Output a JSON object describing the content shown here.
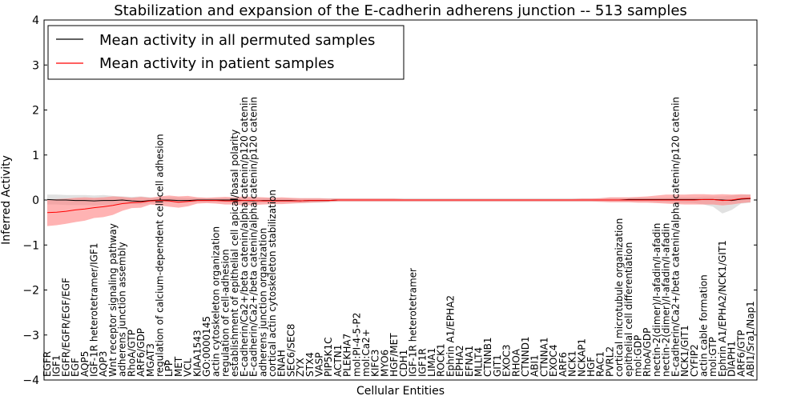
{
  "chart_data": {
    "type": "line",
    "title": "Stabilization and expansion of the E-cadherin adherens junction -- 513 samples",
    "xlabel": "Cellular Entities",
    "ylabel": "Inferred Activity",
    "ylim": [
      -4,
      4
    ],
    "yticks": [
      -4,
      -3,
      -2,
      -1,
      0,
      1,
      2,
      3,
      4
    ],
    "grid": false,
    "legend_position": "top-left",
    "categories": [
      "EGFR",
      "IGF1",
      "EGFR/EGFR/EGF/EGF",
      "EGF",
      "AQP5",
      "IGF-1R heterotetramer/IGF1",
      "AQP3",
      "Wnt receptor signaling pathway",
      "adherens junction assembly",
      "RhoA/GTP",
      "ARF6/GDP",
      "MGAT3",
      "regulation of calcium-dependent cell-cell adhesion",
      "LPP",
      "MET",
      "VCL",
      "KIAA1543",
      "GO:0000145",
      "actin cytoskeleton organization",
      "regulation of cell-adhesion",
      "establishment of epithelial cell apical/basal polarity",
      "E-cadherin/Ca2+/beta catenin/alpha catenin/p120 catenin",
      "E-cadherin/Ca2+/beta catenin/alpha catenin/p120 catenin",
      "adherens junction organization",
      "cortical actin cytoskeleton stabilization",
      "ENAH",
      "SEC6/SEC8",
      "ZYX",
      "STX4",
      "VASP",
      "PIP5K1C",
      "ACTN1",
      "PLEKHA7",
      "mol:PI-4-5-P2",
      "mol:Ca2+",
      "KIFC3",
      "MYO6",
      "HGF/MET",
      "CDH1",
      "IGF-1R heterotetramer",
      "IGF1R",
      "LIMA1",
      "ROCK1",
      "Ephrin A1/EPHA2",
      "EPHA2",
      "EFNA1",
      "MLLT4",
      "CTNNB1",
      "GIT1",
      "EXOC3",
      "RHOA",
      "CTNND1",
      "ABI1",
      "CTNNA1",
      "EXOC4",
      "ARF6",
      "NCK1",
      "NCKAP1",
      "HGF",
      "RAC1",
      "PVRL2",
      "cortical microtubule organization",
      "epithelial cell differentiation",
      "mol:GDP",
      "RhoA/GDP",
      "nectin-2(dimer)/I-afadin/I-afadin",
      "nectin-2(dimer)/I-afadin/I-afadin",
      "E-cadherin/Ca2+/beta catenin/alpha catenin/p120 catenin",
      "NCK1/GIT1",
      "CYFIP2",
      "actin cable formation",
      "mol:GTP",
      "Ephrin A1/EPHA2/NCK1/GIT1",
      "DIAPH1",
      "ARF6/GTP",
      "ABI1/Sra1/Nap1"
    ],
    "series": [
      {
        "name": "Mean activity in all permuted samples",
        "color": "#000000",
        "band_color": "#c8c8c8",
        "values": [
          0.01,
          0.0,
          0.0,
          -0.01,
          -0.01,
          -0.02,
          -0.01,
          -0.01,
          0.0,
          -0.02,
          -0.03,
          -0.01,
          0.0,
          0.0,
          -0.01,
          -0.01,
          0.0,
          0.0,
          0.0,
          0.0,
          0.0,
          -0.01,
          -0.02,
          -0.01,
          -0.01,
          -0.01,
          -0.01,
          -0.02,
          -0.01,
          -0.01,
          -0.01,
          0.0,
          0.0,
          0.0,
          0.0,
          0.0,
          0.0,
          0.0,
          0.0,
          0.0,
          0.0,
          0.0,
          0.0,
          0.0,
          0.0,
          0.0,
          0.0,
          0.0,
          0.0,
          0.0,
          0.0,
          0.0,
          0.0,
          0.0,
          0.0,
          0.0,
          0.0,
          0.0,
          0.0,
          0.0,
          0.0,
          0.0,
          0.01,
          0.01,
          0.01,
          0.01,
          0.01,
          0.01,
          0.01,
          0.01,
          0.01,
          0.01,
          0.0,
          -0.01,
          0.02,
          0.03
        ],
        "upper": [
          0.12,
          0.12,
          0.11,
          0.11,
          0.11,
          0.1,
          0.11,
          0.09,
          0.08,
          0.07,
          0.08,
          0.06,
          0.06,
          0.06,
          0.06,
          0.05,
          0.05,
          0.05,
          0.05,
          0.05,
          0.05,
          0.05,
          0.05,
          0.05,
          0.05,
          0.04,
          0.04,
          0.04,
          0.04,
          0.04,
          0.04,
          0.04,
          0.04,
          0.04,
          0.04,
          0.04,
          0.04,
          0.04,
          0.04,
          0.04,
          0.04,
          0.04,
          0.04,
          0.04,
          0.04,
          0.04,
          0.04,
          0.04,
          0.04,
          0.04,
          0.04,
          0.04,
          0.04,
          0.04,
          0.04,
          0.04,
          0.04,
          0.04,
          0.04,
          0.04,
          0.05,
          0.05,
          0.05,
          0.05,
          0.05,
          0.05,
          0.05,
          0.06,
          0.06,
          0.06,
          0.08,
          0.08,
          0.08,
          0.1,
          0.11,
          0.12
        ],
        "lower": [
          -0.1,
          -0.1,
          -0.11,
          -0.11,
          -0.11,
          -0.12,
          -0.11,
          -0.1,
          -0.09,
          -0.09,
          -0.1,
          -0.07,
          -0.06,
          -0.06,
          -0.07,
          -0.06,
          -0.05,
          -0.05,
          -0.05,
          -0.05,
          -0.06,
          -0.06,
          -0.07,
          -0.06,
          -0.06,
          -0.06,
          -0.06,
          -0.07,
          -0.06,
          -0.06,
          -0.05,
          -0.04,
          -0.04,
          -0.04,
          -0.04,
          -0.04,
          -0.04,
          -0.04,
          -0.04,
          -0.04,
          -0.04,
          -0.04,
          -0.04,
          -0.04,
          -0.04,
          -0.04,
          -0.04,
          -0.04,
          -0.04,
          -0.04,
          -0.04,
          -0.04,
          -0.04,
          -0.04,
          -0.04,
          -0.04,
          -0.04,
          -0.04,
          -0.04,
          -0.04,
          -0.04,
          -0.04,
          -0.04,
          -0.04,
          -0.04,
          -0.05,
          -0.05,
          -0.06,
          -0.06,
          -0.07,
          -0.1,
          -0.15,
          -0.3,
          -0.22,
          -0.08,
          -0.06
        ]
      },
      {
        "name": "Mean activity in patient samples",
        "color": "#ff0000",
        "band_color": "#ff8080",
        "values": [
          -0.28,
          -0.27,
          -0.25,
          -0.22,
          -0.2,
          -0.17,
          -0.15,
          -0.12,
          -0.08,
          -0.06,
          -0.05,
          -0.02,
          -0.01,
          -0.02,
          -0.05,
          -0.03,
          -0.01,
          -0.01,
          -0.01,
          -0.02,
          -0.02,
          -0.01,
          -0.01,
          -0.02,
          -0.02,
          -0.02,
          -0.02,
          -0.02,
          -0.01,
          -0.01,
          -0.01,
          0.0,
          0.0,
          0.0,
          0.0,
          0.0,
          0.0,
          0.0,
          0.0,
          0.0,
          0.0,
          0.0,
          0.0,
          0.0,
          0.0,
          0.0,
          0.0,
          0.0,
          0.0,
          0.0,
          0.0,
          0.0,
          0.0,
          0.0,
          0.0,
          0.0,
          0.0,
          0.0,
          0.0,
          0.0,
          0.0,
          0.0,
          0.0,
          0.0,
          0.0,
          0.0,
          0.0,
          0.0,
          0.0,
          0.0,
          0.01,
          0.01,
          -0.01,
          0.0,
          0.03,
          0.04
        ],
        "upper": [
          0.0,
          0.02,
          0.03,
          0.05,
          0.06,
          0.05,
          0.06,
          0.08,
          0.07,
          0.05,
          0.07,
          0.05,
          0.08,
          0.1,
          0.08,
          0.09,
          0.06,
          0.05,
          0.06,
          0.07,
          0.06,
          0.08,
          0.07,
          0.06,
          0.05,
          0.06,
          0.05,
          0.04,
          0.04,
          0.04,
          0.03,
          0.03,
          0.03,
          0.03,
          0.03,
          0.03,
          0.03,
          0.03,
          0.02,
          0.02,
          0.02,
          0.02,
          0.02,
          0.02,
          0.02,
          0.02,
          0.02,
          0.02,
          0.02,
          0.02,
          0.02,
          0.02,
          0.02,
          0.02,
          0.02,
          0.02,
          0.02,
          0.03,
          0.03,
          0.04,
          0.06,
          0.06,
          0.06,
          0.07,
          0.08,
          0.1,
          0.12,
          0.12,
          0.12,
          0.13,
          0.13,
          0.12,
          0.13,
          0.12,
          0.13,
          0.12
        ],
        "lower": [
          -0.58,
          -0.56,
          -0.53,
          -0.49,
          -0.46,
          -0.4,
          -0.38,
          -0.33,
          -0.24,
          -0.18,
          -0.17,
          -0.1,
          -0.12,
          -0.15,
          -0.17,
          -0.14,
          -0.08,
          -0.07,
          -0.08,
          -0.1,
          -0.1,
          -0.12,
          -0.11,
          -0.1,
          -0.09,
          -0.09,
          -0.08,
          -0.07,
          -0.06,
          -0.05,
          -0.04,
          -0.03,
          -0.03,
          -0.03,
          -0.03,
          -0.03,
          -0.03,
          -0.03,
          -0.03,
          -0.03,
          -0.03,
          -0.03,
          -0.03,
          -0.03,
          -0.03,
          -0.03,
          -0.03,
          -0.03,
          -0.03,
          -0.03,
          -0.03,
          -0.03,
          -0.03,
          -0.03,
          -0.03,
          -0.03,
          -0.03,
          -0.03,
          -0.03,
          -0.04,
          -0.05,
          -0.05,
          -0.05,
          -0.06,
          -0.06,
          -0.07,
          -0.08,
          -0.09,
          -0.1,
          -0.1,
          -0.1,
          -0.1,
          -0.12,
          -0.1,
          -0.07,
          -0.05
        ]
      }
    ]
  }
}
